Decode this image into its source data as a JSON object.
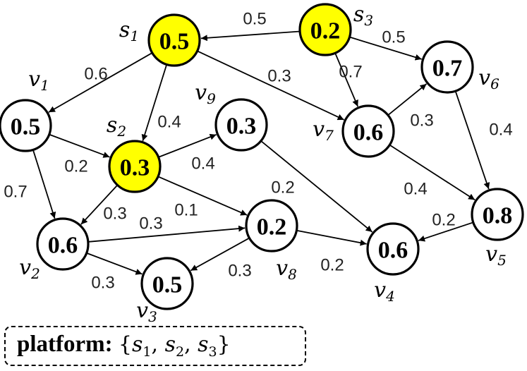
{
  "colors": {
    "seed_fill": "#ffff00",
    "plain_fill": "#ffffff"
  },
  "nodes": [
    {
      "id": "s1",
      "label": "s",
      "sub": "1",
      "value": "0.5",
      "seed": true
    },
    {
      "id": "s3",
      "label": "s",
      "sub": "3",
      "value": "0.2",
      "seed": true
    },
    {
      "id": "v1",
      "label": "v",
      "sub": "1",
      "value": "0.5",
      "seed": false
    },
    {
      "id": "s2",
      "label": "s",
      "sub": "2",
      "value": "0.3",
      "seed": true
    },
    {
      "id": "v9",
      "label": "v",
      "sub": "9",
      "value": "0.3",
      "seed": false
    },
    {
      "id": "v7",
      "label": "v",
      "sub": "7",
      "value": "0.6",
      "seed": false
    },
    {
      "id": "v6",
      "label": "v",
      "sub": "6",
      "value": "0.7",
      "seed": false
    },
    {
      "id": "v5",
      "label": "v",
      "sub": "5",
      "value": "0.8",
      "seed": false
    },
    {
      "id": "v2",
      "label": "v",
      "sub": "2",
      "value": "0.6",
      "seed": false
    },
    {
      "id": "v8",
      "label": "v",
      "sub": "8",
      "value": "0.2",
      "seed": false
    },
    {
      "id": "v4",
      "label": "v",
      "sub": "4",
      "value": "0.6",
      "seed": false
    },
    {
      "id": "v3",
      "label": "v",
      "sub": "3",
      "value": "0.5",
      "seed": false
    }
  ],
  "edges": [
    {
      "from": "s3",
      "to": "s1",
      "weight": "0.5"
    },
    {
      "from": "s3",
      "to": "v6",
      "weight": "0.5"
    },
    {
      "from": "s3",
      "to": "v7",
      "weight": "0.7"
    },
    {
      "from": "s1",
      "to": "v1",
      "weight": "0.6"
    },
    {
      "from": "s1",
      "to": "s2",
      "weight": "0.4"
    },
    {
      "from": "s1",
      "to": "v7",
      "weight": "0.3"
    },
    {
      "from": "v1",
      "to": "s2",
      "weight": "0.2"
    },
    {
      "from": "v1",
      "to": "v2",
      "weight": "0.7"
    },
    {
      "from": "s2",
      "to": "v9",
      "weight": "0.4"
    },
    {
      "from": "s2",
      "to": "v2",
      "weight": "0.3"
    },
    {
      "from": "s2",
      "to": "v8",
      "weight": "0.1"
    },
    {
      "from": "v9",
      "to": "v4",
      "weight": "0.2"
    },
    {
      "from": "v7",
      "to": "v6",
      "weight": "0.3"
    },
    {
      "from": "v7",
      "to": "v5",
      "weight": "0.4"
    },
    {
      "from": "v6",
      "to": "v5",
      "weight": "0.4"
    },
    {
      "from": "v5",
      "to": "v4",
      "weight": "0.2"
    },
    {
      "from": "v2",
      "to": "v8",
      "weight": "0.3"
    },
    {
      "from": "v2",
      "to": "v3",
      "weight": "0.3"
    },
    {
      "from": "v8",
      "to": "v3",
      "weight": "0.3"
    },
    {
      "from": "v8",
      "to": "v4",
      "weight": "0.2"
    }
  ],
  "platform": {
    "title": "platform:",
    "open": "{",
    "items": [
      {
        "label": "s",
        "sub": "1"
      },
      {
        "label": "s",
        "sub": "2"
      },
      {
        "label": "s",
        "sub": "3"
      }
    ],
    "separator": ", ",
    "close": "}"
  }
}
